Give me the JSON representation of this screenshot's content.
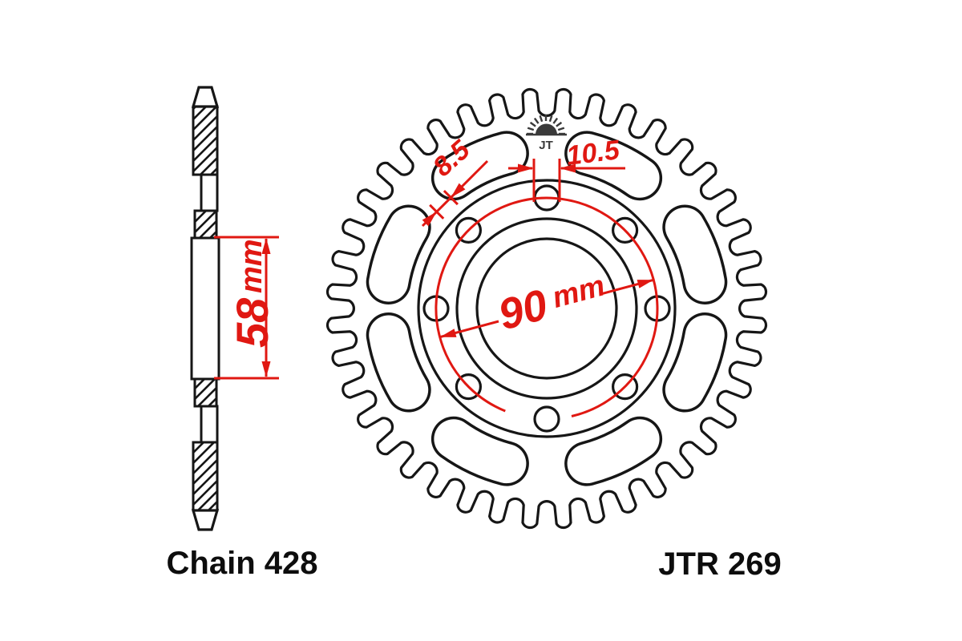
{
  "product": {
    "chain_label": "Chain 428",
    "model_label": "JTR 269"
  },
  "logo": {
    "icon": "jt-sunrise-logo",
    "text": "JT"
  },
  "dimensions": {
    "bore_diameter": {
      "value": "58",
      "unit": "mm"
    },
    "bolt_circle_diameter": {
      "value": "90",
      "unit": "mm"
    },
    "hub_edge_distance": {
      "value": "8.5"
    },
    "bolt_hole_diameter": {
      "value": "10.5"
    }
  },
  "sprocket": {
    "teeth": 40,
    "bolt_holes": 8,
    "lightening_slots": 8
  },
  "colors": {
    "linework": "#161616",
    "dimension_red": "#e01812",
    "background": "#ffffff"
  }
}
